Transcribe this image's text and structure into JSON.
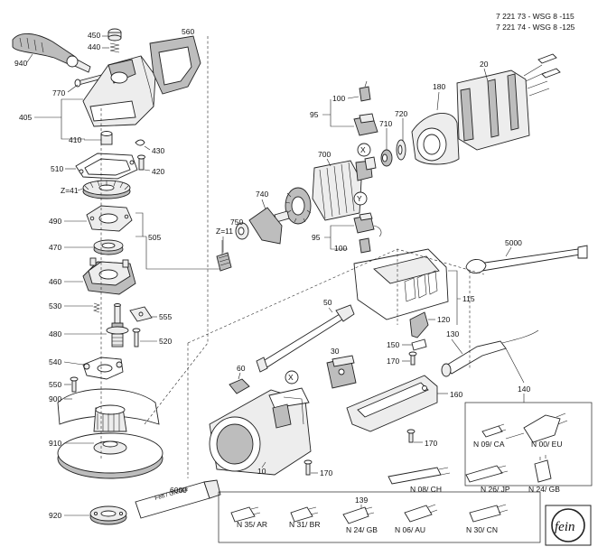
{
  "header": {
    "line1": "7 221 73 - WSG 8 -115",
    "line2": "7 221 74 - WSG 8 -125"
  },
  "parts": {
    "p20": "20",
    "p50": "50",
    "p60": "60",
    "p95a": "95",
    "p95b": "95",
    "p100a": "100",
    "p100b": "100",
    "p115": "115",
    "p120": "120",
    "p130": "130",
    "p139": "139",
    "p140": "140",
    "p150": "150",
    "p160": "160",
    "p170a": "170",
    "p170b": "170",
    "p170c": "170",
    "p180": "180",
    "p30": "30",
    "p405": "405",
    "p410": "410",
    "p420": "420",
    "p430": "430",
    "p440": "440",
    "p450": "450",
    "p460": "460",
    "p470": "470",
    "p480": "480",
    "p490": "490",
    "p505": "505",
    "p510": "510",
    "p520": "520",
    "p530": "530",
    "p540": "540",
    "p550": "550",
    "p555": "555",
    "p560": "560",
    "p700": "700",
    "p710": "710",
    "p720": "720",
    "p740": "740",
    "p750": "750",
    "p770": "770",
    "p900": "900",
    "p910": "910",
    "p920": "920",
    "p940": "940",
    "p1000": "10",
    "p5000": "5000",
    "p6000": "6000",
    "z41": "Z=41",
    "z11": "Z=11",
    "x1": "X",
    "x2": "X",
    "y1": "Y",
    "y2": "Y"
  },
  "tube_label": "Fett / Grease",
  "plugs": {
    "ca": "N 09/ CA",
    "eu": "N 00/ EU",
    "ch": "N 08/ CH",
    "jp": "N 26/ JP",
    "gb1": "N 24/ GB",
    "ar": "N 35/ AR",
    "br": "N 31/ BR",
    "gb2": "N 24/ GB",
    "au": "N 06/ AU",
    "cn": "N 30/ CN"
  },
  "logo_text": "fein"
}
